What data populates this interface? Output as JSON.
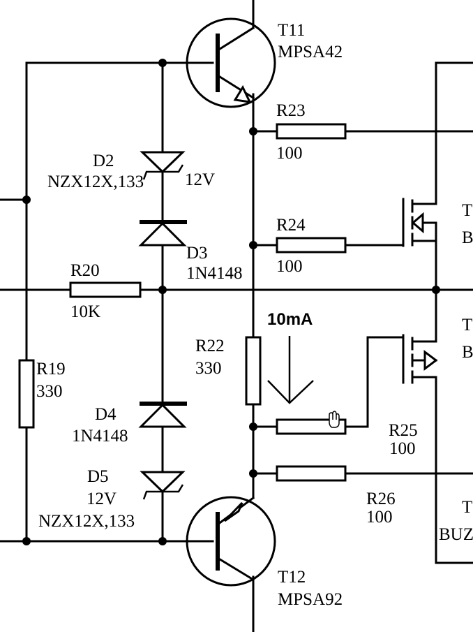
{
  "components": {
    "T11": {
      "ref": "T11",
      "part": "MPSA42"
    },
    "T12": {
      "ref": "T12",
      "part": "MPSA92"
    },
    "D2": {
      "ref": "D2",
      "part": "NZX12X,133",
      "voltage": "12V"
    },
    "D3": {
      "ref": "D3",
      "part": "1N4148"
    },
    "D4": {
      "ref": "D4",
      "part": "1N4148"
    },
    "D5": {
      "ref": "D5",
      "part": "NZX12X,133",
      "voltage": "12V"
    },
    "R19": {
      "ref": "R19",
      "value": "330"
    },
    "R20": {
      "ref": "R20",
      "value": "10K"
    },
    "R22": {
      "ref": "R22",
      "value": "330"
    },
    "R23": {
      "ref": "R23",
      "value": "100"
    },
    "R24": {
      "ref": "R24",
      "value": "100"
    },
    "R25": {
      "ref": "R25",
      "value": "100"
    },
    "R26": {
      "ref": "R26",
      "value": "100"
    },
    "Q_right_top": {
      "ref": "T",
      "part": "B"
    },
    "Q_right_mid": {
      "ref": "T",
      "part": "B"
    },
    "Q_right_bot": {
      "ref": "T",
      "part": "BUZ"
    }
  },
  "annotations": {
    "current": "10mA"
  }
}
